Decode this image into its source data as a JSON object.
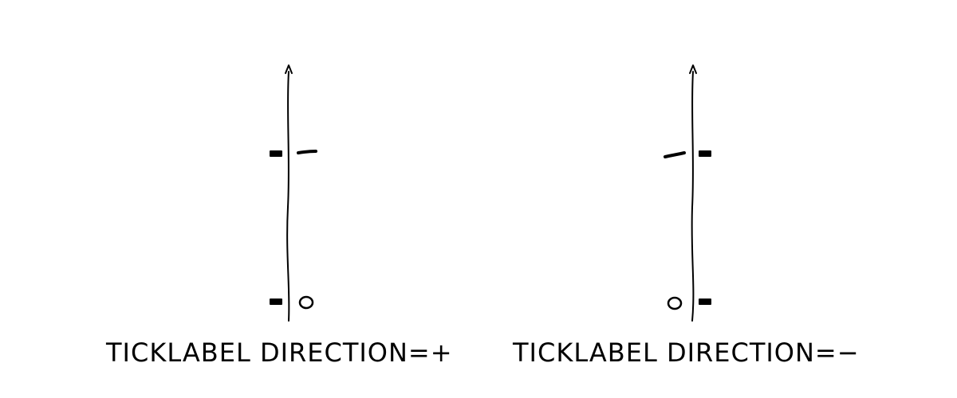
{
  "panels": [
    {
      "caption": "TICKLABEL DIRECTION=+",
      "ticklabel_direction": "+",
      "ticks": [
        {
          "value": 0,
          "label": "0"
        },
        {
          "value": 1,
          "label": "1"
        }
      ]
    },
    {
      "caption": "TICKLABEL DIRECTION=−",
      "ticklabel_direction": "-",
      "ticks": [
        {
          "value": 0,
          "label": "0"
        },
        {
          "value": 1,
          "label": "1"
        }
      ]
    }
  ],
  "style": {
    "ink_color": "#000000",
    "background": "#ffffff",
    "look": "hand-drawn xkcd"
  }
}
